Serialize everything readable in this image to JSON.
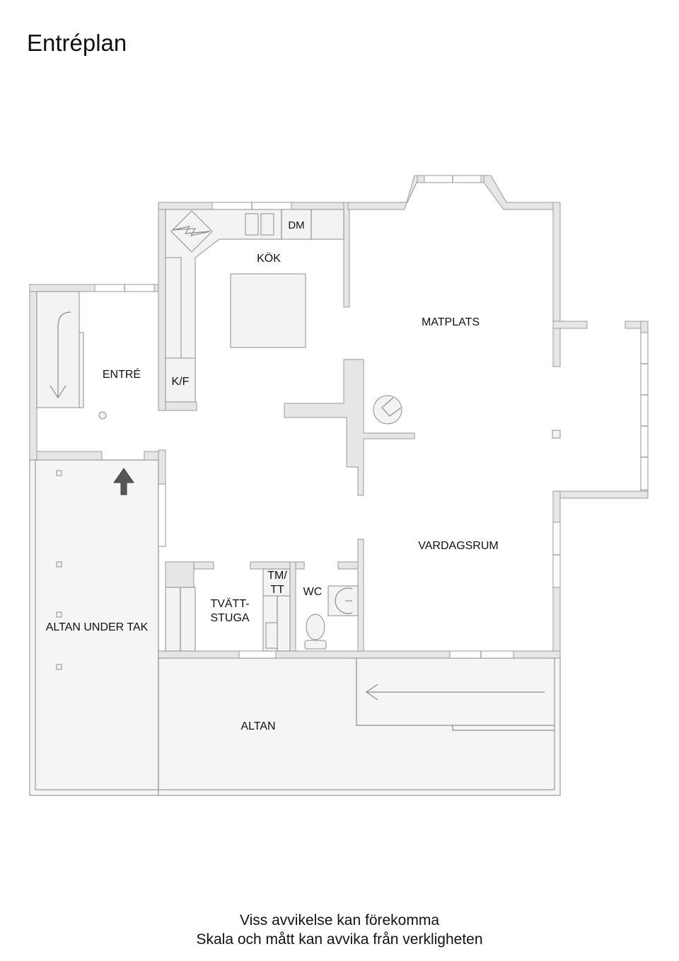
{
  "title": "Entréplan",
  "rooms": {
    "kok": "KÖK",
    "dm": "DM",
    "matplats": "MATPLATS",
    "entre": "ENTRÉ",
    "kf": "K/F",
    "vardagsrum": "VARDAGSRUM",
    "tvatt_line1": "TVÄTT-",
    "tvatt_line2": "STUGA",
    "tmtt_line1": "TM/",
    "tmtt_line2": "TT",
    "wc": "WC",
    "altan_under_tak": "ALTAN UNDER TAK",
    "altan": "ALTAN"
  },
  "icons": {
    "stove": "stove-icon",
    "entrance_arrow": "entrance-arrow-icon",
    "stair_arrow": "stair-arrow-icon",
    "fireplace": "fireplace-icon",
    "toilet": "toilet-icon",
    "sink": "sink-icon"
  },
  "colors": {
    "wall_fill": "#e6e6e6",
    "wall_stroke": "#999999",
    "deck_fill": "#f5f5f5",
    "arrow_fill": "#555555"
  },
  "footer": {
    "line1": "Viss avvikelse kan förekomma",
    "line2": "Skala och mått kan avvika från verkligheten"
  }
}
